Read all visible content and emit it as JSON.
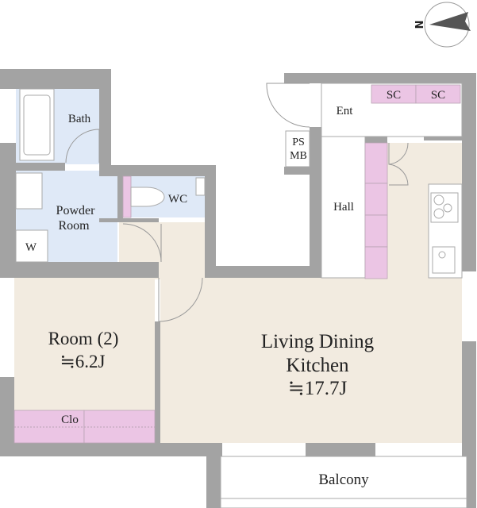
{
  "compass": {
    "label": "N"
  },
  "rooms": {
    "bath": "Bath",
    "powder_room_line1": "Powder",
    "powder_room_line2": "Room",
    "washer": "W",
    "wc": "WC",
    "room2_name": "Room (2)",
    "room2_size": "≒6.2J",
    "closet": "Clo",
    "ldk_line1": "Living Dining",
    "ldk_line2": "Kitchen",
    "ldk_size": "≒17.7J",
    "entrance": "Ent",
    "shoe_cabinet_1": "SC",
    "shoe_cabinet_2": "SC",
    "ps": "PS",
    "mb": "MB",
    "hall": "Hall",
    "balcony": "Balcony"
  },
  "colors": {
    "wall": "#a3a3a3",
    "room": "#f2ebe0",
    "wet_area": "#dfe9f7",
    "storage": "#ebc5e4"
  }
}
